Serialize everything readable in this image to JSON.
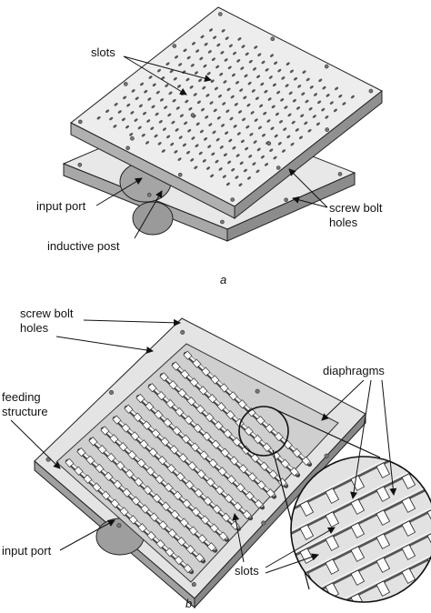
{
  "panel_a": {
    "caption": "a",
    "labels": {
      "slots": "slots",
      "input_port": "input port",
      "screw_bolt": "screw bolt",
      "holes": "holes",
      "inductive_post": "inductive post"
    }
  },
  "panel_b": {
    "caption": "b",
    "labels": {
      "screw_bolt": "screw bolt",
      "holes": "holes",
      "diaphragms": "diaphragms",
      "feeding": "feeding",
      "structure": "structure",
      "input_port": "input port",
      "slots": "slots"
    }
  },
  "colors": {
    "plate_top": "#e6e6e6",
    "plate_edge": "#9a9a9a",
    "slot": "#555555",
    "outline": "#222222"
  }
}
